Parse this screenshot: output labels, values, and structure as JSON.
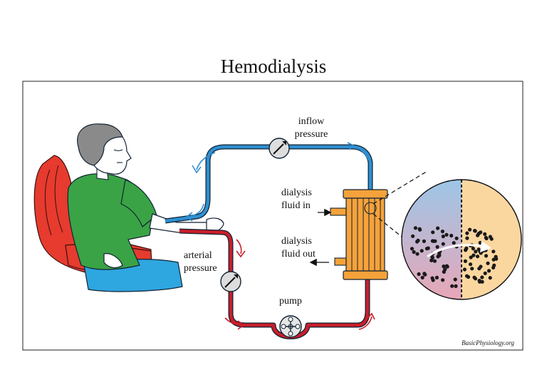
{
  "title": "Hemodialysis",
  "labels": {
    "inflow_1": "inflow",
    "inflow_2": "pressure",
    "dialysis_in_1": "dialysis",
    "dialysis_in_2": "fluid in",
    "dialysis_out_1": "dialysis",
    "dialysis_out_2": "fluid out",
    "arterial_1": "arterial",
    "arterial_2": "pressure",
    "pump": "pump"
  },
  "credit": "BasicPhysiology.org",
  "colors": {
    "venous_line": "#2f8fd1",
    "arterial_line": "#c81e2a",
    "chair": "#e63b2e",
    "shirt": "#3aa346",
    "pants": "#2ea6e0",
    "hair": "#8a8a8a",
    "skin": "#ffffff",
    "dialyzer": "#f6a23a",
    "blood_side_top": "#9cc6e8",
    "blood_side_bottom": "#e8a6b6",
    "fluid_side": "#fbd7a0",
    "particles": "#1a1a1a"
  },
  "icons": [
    "pressure-gauge-icon",
    "pump-icon",
    "flow-arrow-icon"
  ]
}
